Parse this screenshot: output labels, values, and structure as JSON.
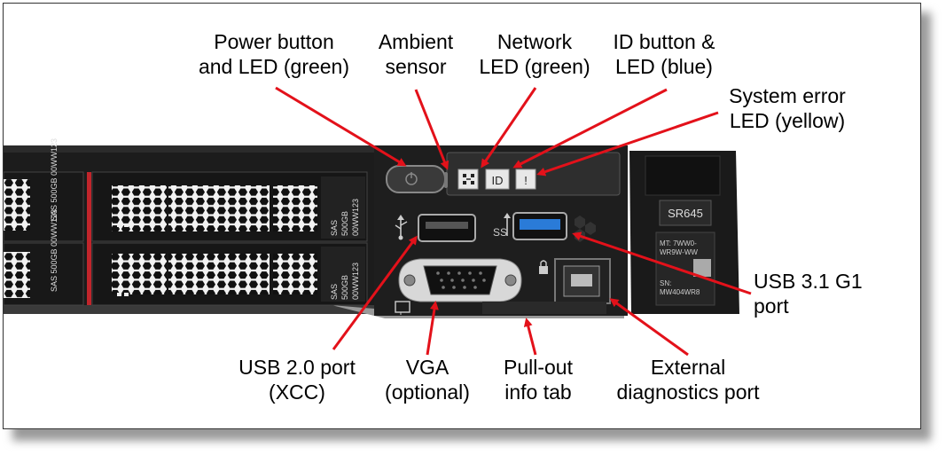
{
  "colors": {
    "arrow": "#e3111a",
    "chassis": "#202020",
    "usb3_blue": "#2a7bd8",
    "drive_accent": "#c1252b"
  },
  "icons": [
    "power-icon",
    "network-icon",
    "id-icon",
    "error-icon",
    "usb-icon",
    "usb-ss-icon",
    "monitor-icon",
    "lock-icon"
  ],
  "server": {
    "model": "SR645",
    "mt_label": "MT: 7WW0-\nWR9W-WW",
    "sn_label": "SN:\nMW404WR8",
    "id_text": "ID",
    "error_text": "!",
    "drive_label": "SAS 500GB 00WW123"
  },
  "callouts": {
    "power": {
      "line1": "Power button",
      "line2": "and LED (green)"
    },
    "ambient": {
      "line1": "Ambient",
      "line2": "sensor"
    },
    "network": {
      "line1": "Network",
      "line2": "LED (green)"
    },
    "id_button": {
      "line1": "ID button &",
      "line2": "LED (blue)"
    },
    "system_error": {
      "line1": "System error",
      "line2": "LED (yellow)"
    },
    "usb3": {
      "line1": "USB 3.1 G1",
      "line2": "port"
    },
    "usb2": {
      "line1": "USB 2.0 port",
      "line2": "(XCC)"
    },
    "vga": {
      "line1": "VGA",
      "line2": "(optional)"
    },
    "pullout": {
      "line1": "Pull-out",
      "line2": "info tab"
    },
    "ext_diag": {
      "line1": "External",
      "line2": "diagnostics port"
    }
  }
}
